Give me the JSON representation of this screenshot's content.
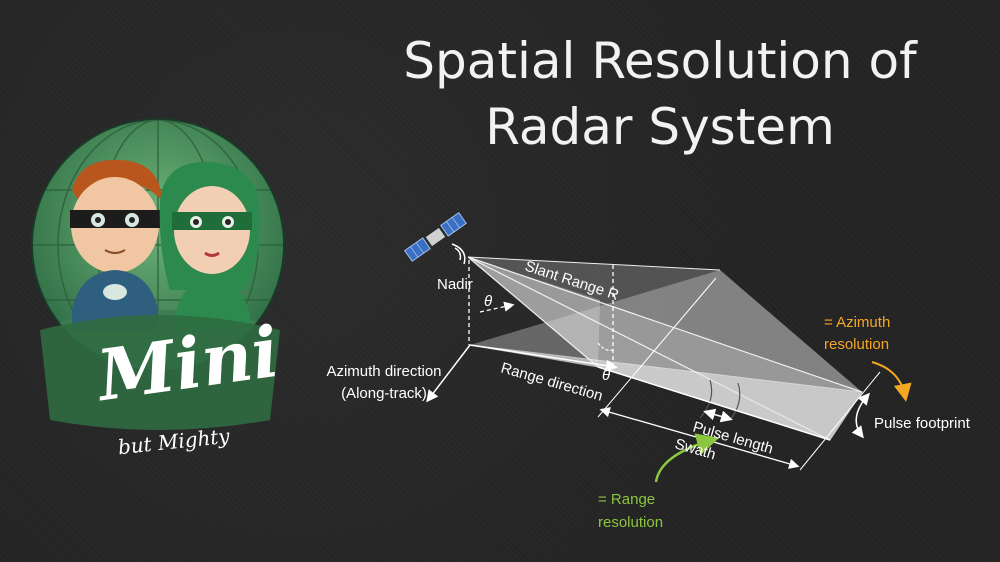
{
  "slide": {
    "title_line1": "Spatial Resolution of",
    "title_line2": "Radar System"
  },
  "logo": {
    "word": "Mini",
    "tagline": "but Mighty"
  },
  "diagram": {
    "nadir": "Nadir",
    "theta": "θ",
    "slant_range": "Slant Range R",
    "azimuth_direction_line1": "Azimuth direction",
    "azimuth_direction_line2": "(Along-track)",
    "range_direction": "Range direction",
    "pulse_length": "Pulse length",
    "swath": "Swath",
    "pulse_footprint": "Pulse footprint",
    "azimuth_resolution_line1": "= Azimuth",
    "azimuth_resolution_line2": "resolution",
    "range_resolution_line1": "= Range",
    "range_resolution_line2": "resolution"
  },
  "colors": {
    "background": "#242424",
    "azimuth_annotation": "#f5a623",
    "range_annotation": "#8cc63f",
    "logo_green": "#4f9a5e"
  }
}
